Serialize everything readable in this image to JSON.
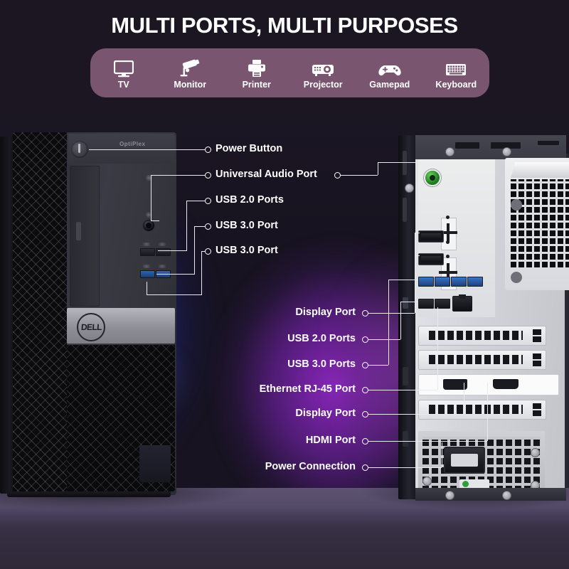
{
  "headline": "MULTI PORTS, MULTI PURPOSES",
  "device_bar": {
    "items": [
      {
        "label": "TV",
        "icon": "tv-icon"
      },
      {
        "label": "Monitor",
        "icon": "security-camera-icon"
      },
      {
        "label": "Printer",
        "icon": "printer-icon"
      },
      {
        "label": "Projector",
        "icon": "projector-icon"
      },
      {
        "label": "Gamepad",
        "icon": "gamepad-icon"
      },
      {
        "label": "Keyboard",
        "icon": "keyboard-icon"
      }
    ]
  },
  "front_tower": {
    "brand_model": "OptiPlex",
    "brand_logo": "DELL"
  },
  "callouts_front": [
    {
      "label": "Power Button"
    },
    {
      "label": "Universal Audio Port"
    },
    {
      "label": "USB 2.0 Ports"
    },
    {
      "label": "USB 3.0 Port"
    },
    {
      "label": "USB 3.0 Port"
    }
  ],
  "callouts_rear": [
    {
      "label": "Display Port"
    },
    {
      "label": "USB 2.0 Ports"
    },
    {
      "label": "USB 3.0 Ports"
    },
    {
      "label": "Ethernet RJ-45 Port"
    },
    {
      "label": "Display Port"
    },
    {
      "label": "HDMI Port"
    },
    {
      "label": "Power Connection"
    }
  ],
  "colors": {
    "pill_background": "#7a5570",
    "text": "#ffffff",
    "leader_line": "#e9e9ef",
    "audio_jack_green": "#2f9e3a",
    "usb3_blue": "#2f63b4",
    "backdrop_blue": "#2836be",
    "backdrop_purple": "#9628cd",
    "floor": "#5d5472"
  }
}
